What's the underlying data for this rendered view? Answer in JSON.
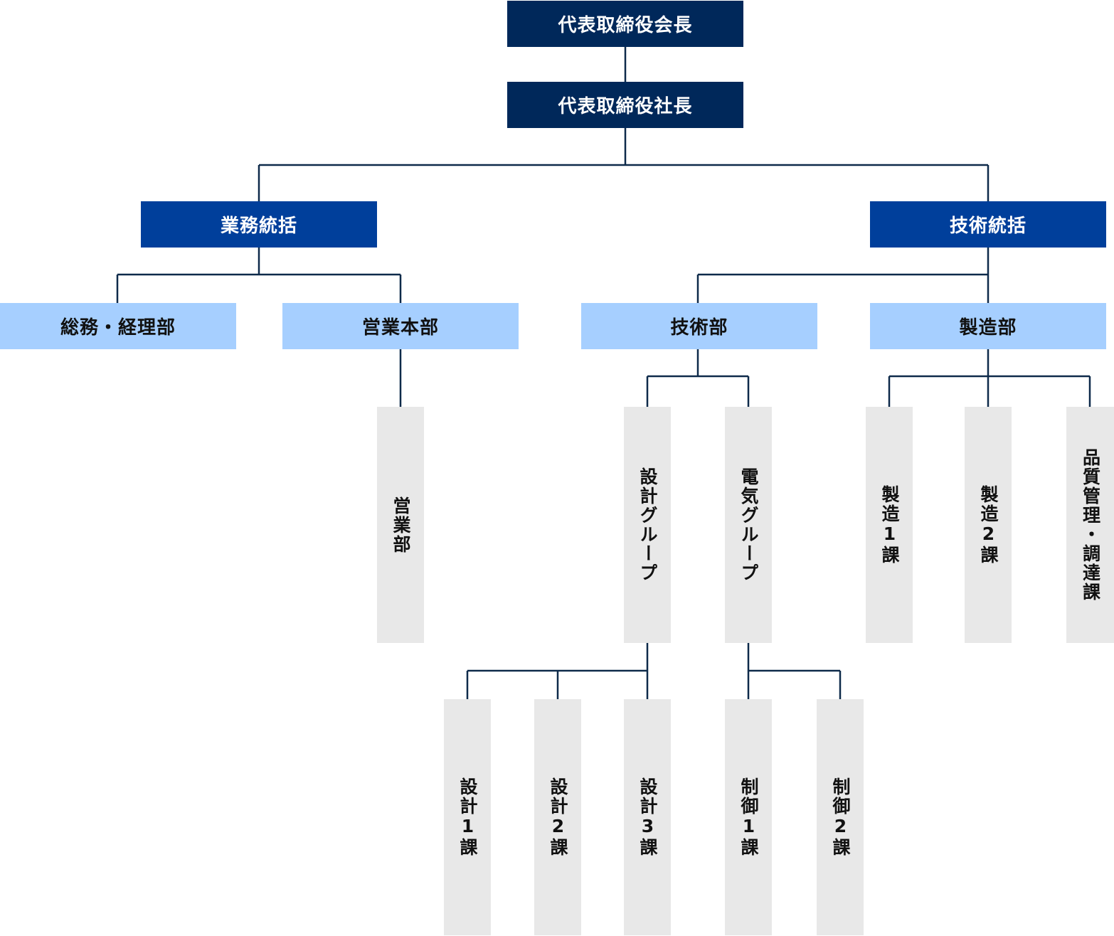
{
  "org": {
    "chairman": "代表取締役会長",
    "president": "代表取締役社長",
    "business": {
      "label": "業務統括",
      "general_affairs": "総務・経理部",
      "sales_hq": "営業本部",
      "sales_dept": "営業部"
    },
    "technical": {
      "label": "技術統括",
      "engineering": {
        "label": "技術部",
        "design_group": {
          "label": "設計グループ",
          "sections": [
            "設計1課",
            "設計2課",
            "設計3課"
          ]
        },
        "electrical_group": {
          "label": "電気グループ",
          "sections": [
            "制御1課",
            "制御2課"
          ]
        }
      },
      "manufacturing": {
        "label": "製造部",
        "sections": [
          "製造1課",
          "製造2課",
          "品質管理・調達課"
        ]
      }
    }
  },
  "colors": {
    "top": "#00285a",
    "division": "#003f9b",
    "department": "#a6cfff",
    "section": "#e8e8e8",
    "line": "#0e2a4a"
  }
}
